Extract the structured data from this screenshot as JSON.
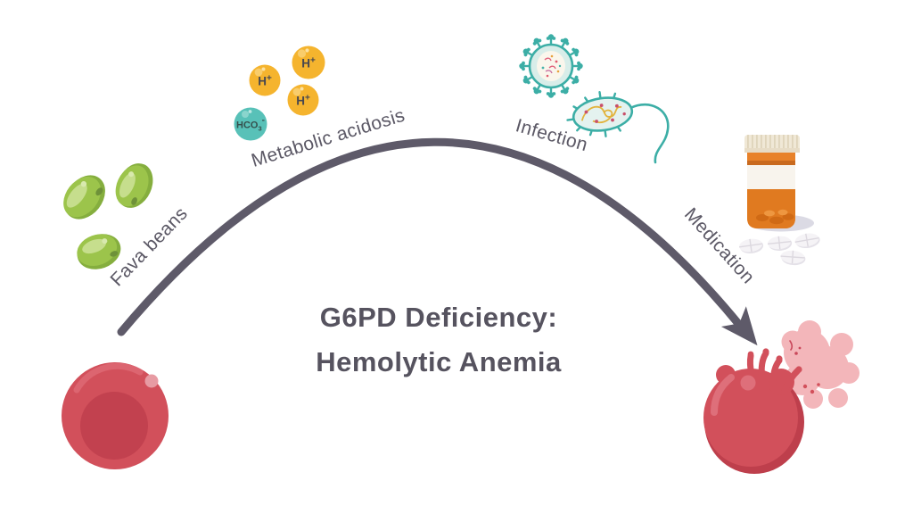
{
  "diagram": {
    "title": {
      "line1": "G6PD Deficiency:",
      "line2": "Hemolytic Anemia"
    },
    "triggers": [
      {
        "id": "fava-beans",
        "label": "Fava beans",
        "icon": "fava-beans-icon"
      },
      {
        "id": "metabolic-acidosis",
        "label": "Metabolic acidosis",
        "icon": "acid-molecules-icon"
      },
      {
        "id": "infection",
        "label": "Infection",
        "icon": "virus-and-bacteria-icon"
      },
      {
        "id": "medication",
        "label": "Medication",
        "icon": "pill-bottle-icon"
      }
    ],
    "molecules": {
      "hydrogen_ion": {
        "base": "H",
        "superscript": "+"
      },
      "bicarbonate": {
        "base": "HCO",
        "subscript": "3",
        "superscript": "-"
      }
    },
    "icons": [
      "healthy-red-blood-cell-icon",
      "ruptured-red-blood-cell-icon",
      "progression-arrow",
      "fava-bean-icon",
      "h-plus-molecule-icon",
      "bicarbonate-molecule-icon",
      "virus-icon",
      "bacteria-icon",
      "pill-bottle-icon",
      "tablet-pill-icon"
    ],
    "colors": {
      "arrow": "#5E5A69",
      "label_text": "#5B5865",
      "title_text": "#56535F",
      "h_plus_yellow": "#F5B42E",
      "bicarbonate_teal": "#58C1B8",
      "bean_green": "#9CC44B",
      "rbc_red": "#D2505B",
      "rbc_inner_red": "#C2414F",
      "splash_pink": "#F3B6BA",
      "microbe_teal": "#3CAEA6",
      "bottle_orange": "#E8822A",
      "cap_cream": "#F0E8D6",
      "pill_white": "#F5F3F6"
    }
  }
}
